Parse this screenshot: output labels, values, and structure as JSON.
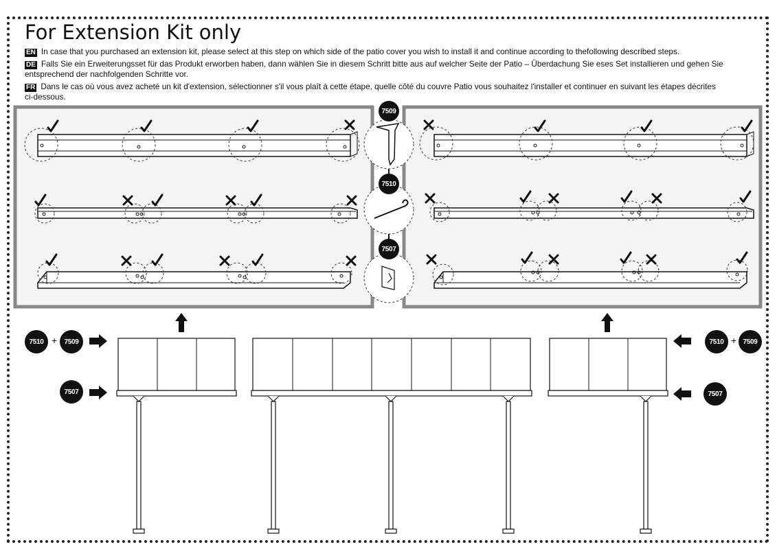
{
  "title": "For Extension Kit only",
  "instructions": [
    {
      "lang": "EN",
      "text": "In case that you purchased an extension kit, please select at this step on which side of the patio cover you wish to install it and continue according to thefollowing described steps.",
      "cont": ""
    },
    {
      "lang": "DE",
      "text": "Falls Sie ein Erweiterungsset für das Produkt erworben haben, dann wählen Sie in diesem Schritt bitte aus auf welcher Seite der Patio – Überdachung Sie eses Set installieren und gehen Sie",
      "cont": "entsprechend der nachfolgenden Schritte vor."
    },
    {
      "lang": "FR",
      "text": "Dans le cas où vous avez acheté un kit d'extension, sélectionner s'il vous plaît à cette étape, quelle  côté du couvre Patio vous souhaitez l'installer et continuer en suivant les étapes décrites",
      "cont": "ci-dessous."
    }
  ],
  "parts": {
    "p7509": "7509",
    "p7510": "7510",
    "p7507": "7507"
  },
  "plus": "+"
}
